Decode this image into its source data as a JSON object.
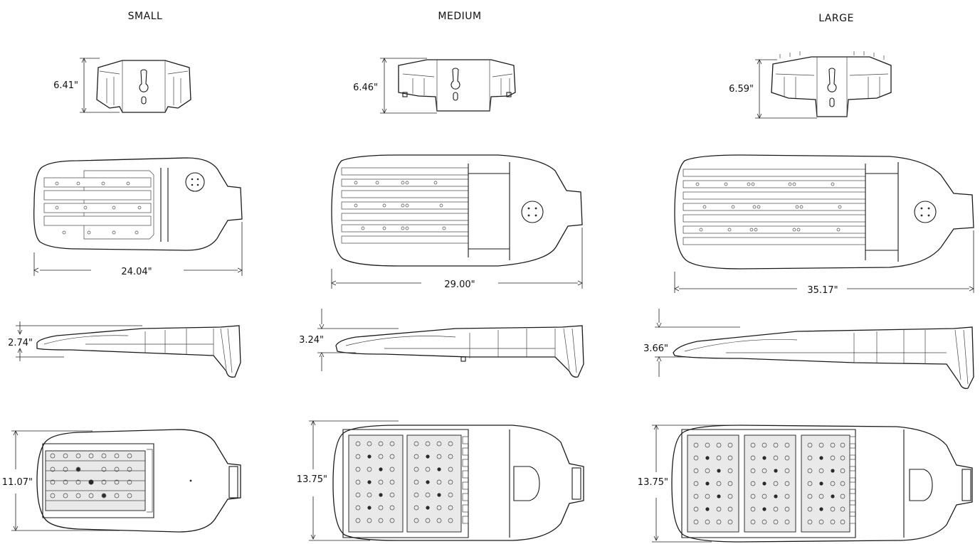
{
  "columns": [
    {
      "key": "small",
      "heading": "SMALL",
      "mount_height": "6.41\"",
      "length": "24.04\"",
      "profile_height": "2.74\"",
      "width": "11.07\""
    },
    {
      "key": "medium",
      "heading": "MEDIUM",
      "mount_height": "6.46\"",
      "length": "29.00\"",
      "profile_height": "3.24\"",
      "width": "13.75\""
    },
    {
      "key": "large",
      "heading": "LARGE",
      "mount_height": "6.59\"",
      "length": "35.17\"",
      "profile_height": "3.66\"",
      "width": "13.75\""
    }
  ]
}
